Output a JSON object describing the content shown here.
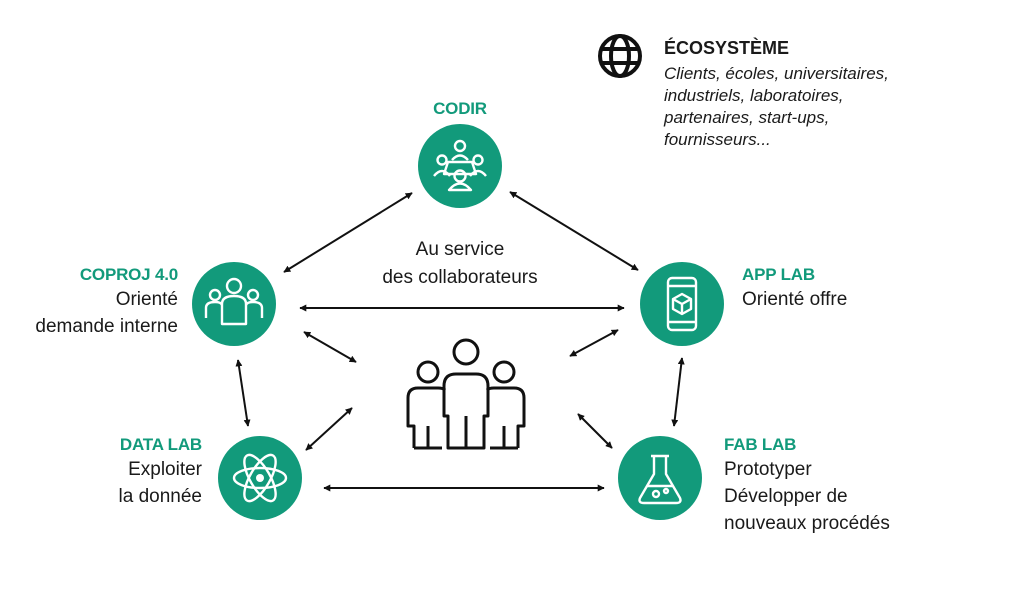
{
  "colors": {
    "accent": "#129a7b",
    "text": "#1a1a1a",
    "arrow": "#111111"
  },
  "ecosystem": {
    "icon": "globe-icon",
    "title": "ÉCOSYSTÈME",
    "lines": [
      "Clients, écoles, universitaires,",
      "industriels, laboratoires,",
      "partenaires, start-ups,",
      "fournisseurs..."
    ]
  },
  "center": {
    "icon": "people-group-icon",
    "lines": [
      "Au service",
      "des collaborateurs"
    ]
  },
  "nodes": {
    "codir": {
      "icon": "meeting-table-icon",
      "title": "CODIR",
      "lines": []
    },
    "coproj": {
      "icon": "team-icon",
      "title": "COPROJ 4.0",
      "lines": [
        "Orienté",
        "demande interne"
      ]
    },
    "applab": {
      "icon": "smartphone-cube-icon",
      "title": "APP LAB",
      "lines": [
        "Orienté offre"
      ]
    },
    "datalab": {
      "icon": "atom-icon",
      "title": "DATA LAB",
      "lines": [
        "Exploiter",
        "la donnée"
      ]
    },
    "fablab": {
      "icon": "flask-icon",
      "title": "FAB LAB",
      "lines": [
        "Prototyper",
        "Développer de",
        "nouveaux procédés"
      ]
    }
  }
}
